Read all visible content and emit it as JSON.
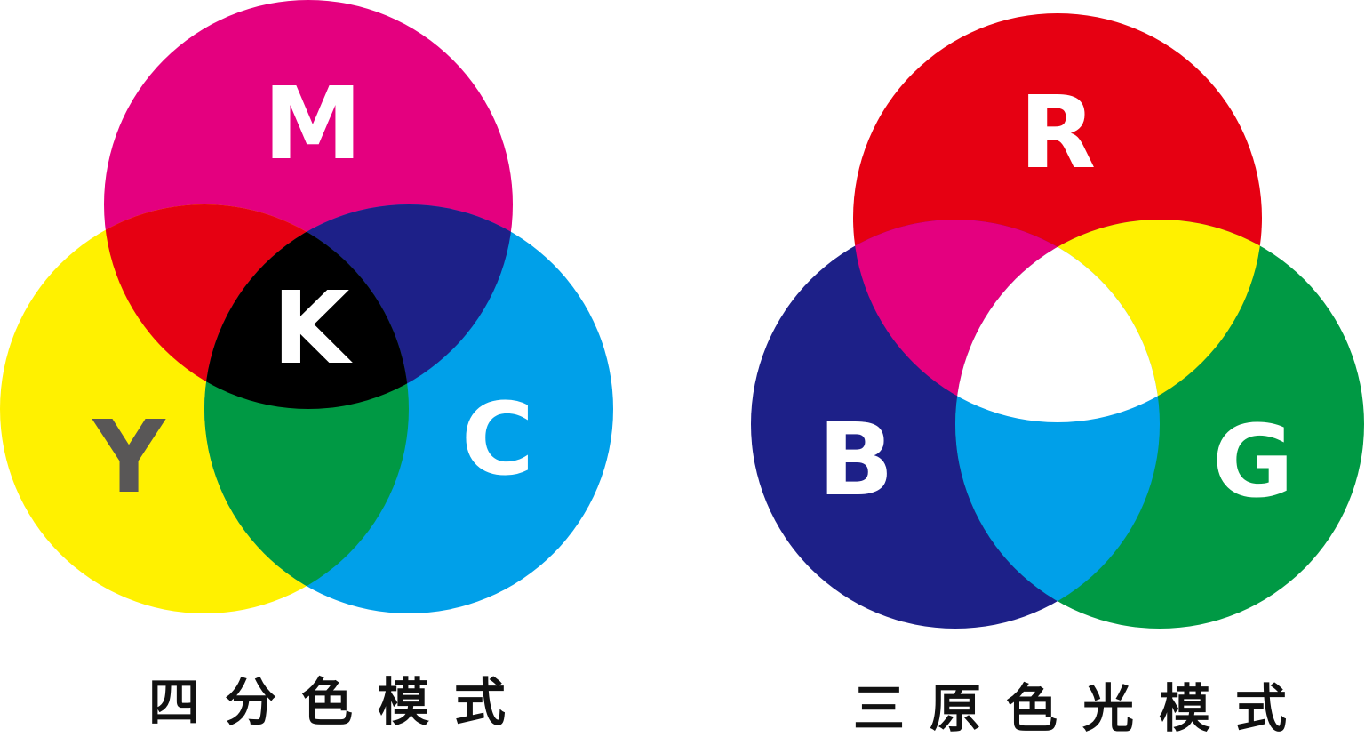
{
  "cmyk": {
    "label_m": "M",
    "label_y": "Y",
    "label_c": "C",
    "label_k": "K",
    "caption": "四分色模式",
    "colors": {
      "magenta": "#E4007F",
      "yellow": "#FFF100",
      "cyan": "#00A0E9",
      "red": "#E60012",
      "blue": "#1D2088",
      "green": "#009944",
      "black": "#000000",
      "label_y": "#595757"
    }
  },
  "rgb": {
    "label_r": "R",
    "label_g": "G",
    "label_b": "B",
    "caption": "三原色光模式",
    "colors": {
      "red": "#E60012",
      "green": "#009944",
      "blue": "#1D2088",
      "yellow": "#FFF100",
      "magenta": "#E4007F",
      "cyan": "#00A0E9",
      "white": "#FFFFFF"
    }
  }
}
